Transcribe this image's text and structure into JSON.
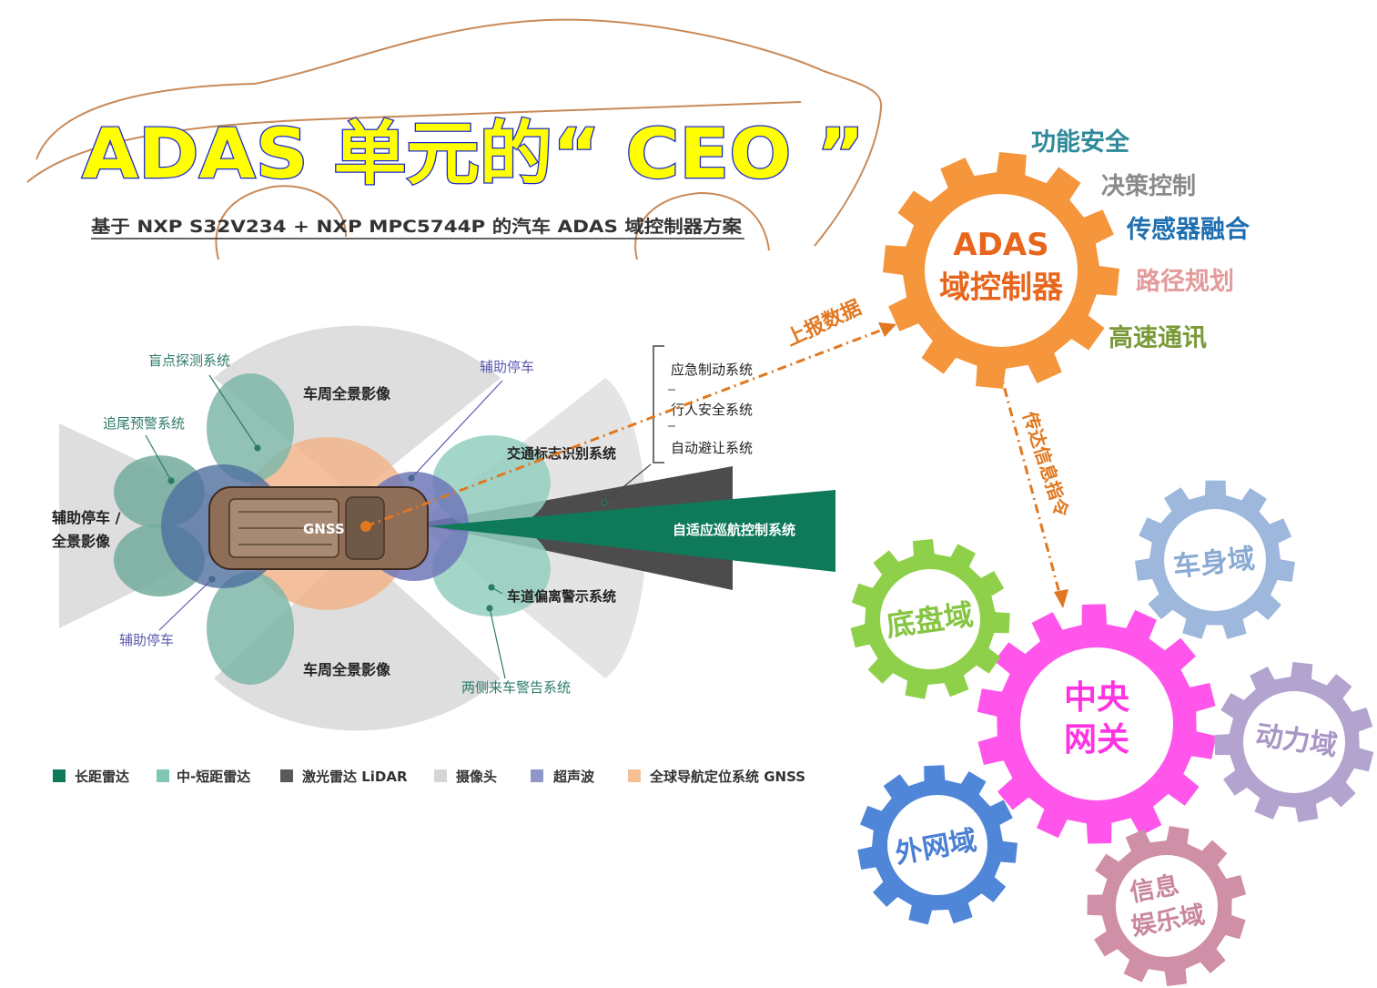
{
  "header": {
    "title": "ADAS 单元的“ CEO ”",
    "subtitle": "基于 NXP S32V234 + NXP MPC5744P 的汽车 ADAS 域控制器方案"
  },
  "sensor_map": {
    "gnss_label": "GNSS",
    "zones": {
      "blind_spot": "盲点探测系统",
      "rear_warning": "追尾预警系统",
      "rear_parking": "辅助停车 /",
      "rear_surround": "全景影像",
      "surround_top": "车周全景影像",
      "surround_bottom": "车周全景影像",
      "park_front": "辅助停车",
      "park_rear": "辅助停车",
      "traffic_sign": "交通标志识别系统",
      "acc": "自适应巡航控制系统",
      "lane_departure": "车道偏离警示系统",
      "cross_traffic": "两侧来车警告系统"
    },
    "systems": [
      "应急制动系统",
      "行人安全系统",
      "自动避让系统"
    ],
    "legend": [
      {
        "label": "长距雷达",
        "color": "#0e7a5a"
      },
      {
        "label": "中-短距雷达",
        "color": "#7fc6b4"
      },
      {
        "label": "激光雷达 LiDAR",
        "color": "#5a5a5a"
      },
      {
        "label": "摄像头",
        "color": "#d6d6d6"
      },
      {
        "label": "超声波",
        "color": "#8f96c8"
      },
      {
        "label": "全球导航定位系统 GNSS",
        "color": "#f5bf95"
      }
    ]
  },
  "flow": {
    "report": "上报数据",
    "command": "传达信息指令"
  },
  "adas_gear": {
    "line1": "ADAS",
    "line2": "域控制器",
    "functions": [
      {
        "label": "功能安全",
        "color": "#2e8a9a"
      },
      {
        "label": "决策控制",
        "color": "#8a8a8a"
      },
      {
        "label": "传感器融合",
        "color": "#1f6fb0"
      },
      {
        "label": "路径规划",
        "color": "#e39a9a"
      },
      {
        "label": "高速通讯",
        "color": "#7a9a3a"
      }
    ]
  },
  "domain_gears": {
    "gateway_line1": "中央",
    "gateway_line2": "网关",
    "chassis": "底盘域",
    "body": "车身域",
    "power": "动力域",
    "external": "外网域",
    "info_line1": "信息",
    "info_line2": "娱乐域"
  },
  "colors": {
    "adas_gear": "#f5953c",
    "gateway_gear": "#ff55ea",
    "chassis_gear": "#8fd04a",
    "body_gear": "#9db8dc",
    "power_gear": "#b3a3cf",
    "external_gear": "#4f86d8",
    "info_gear": "#cf8fa7",
    "arrow": "#e07820",
    "title_fill": "#ffff00",
    "title_stroke": "#1a2ad0"
  }
}
